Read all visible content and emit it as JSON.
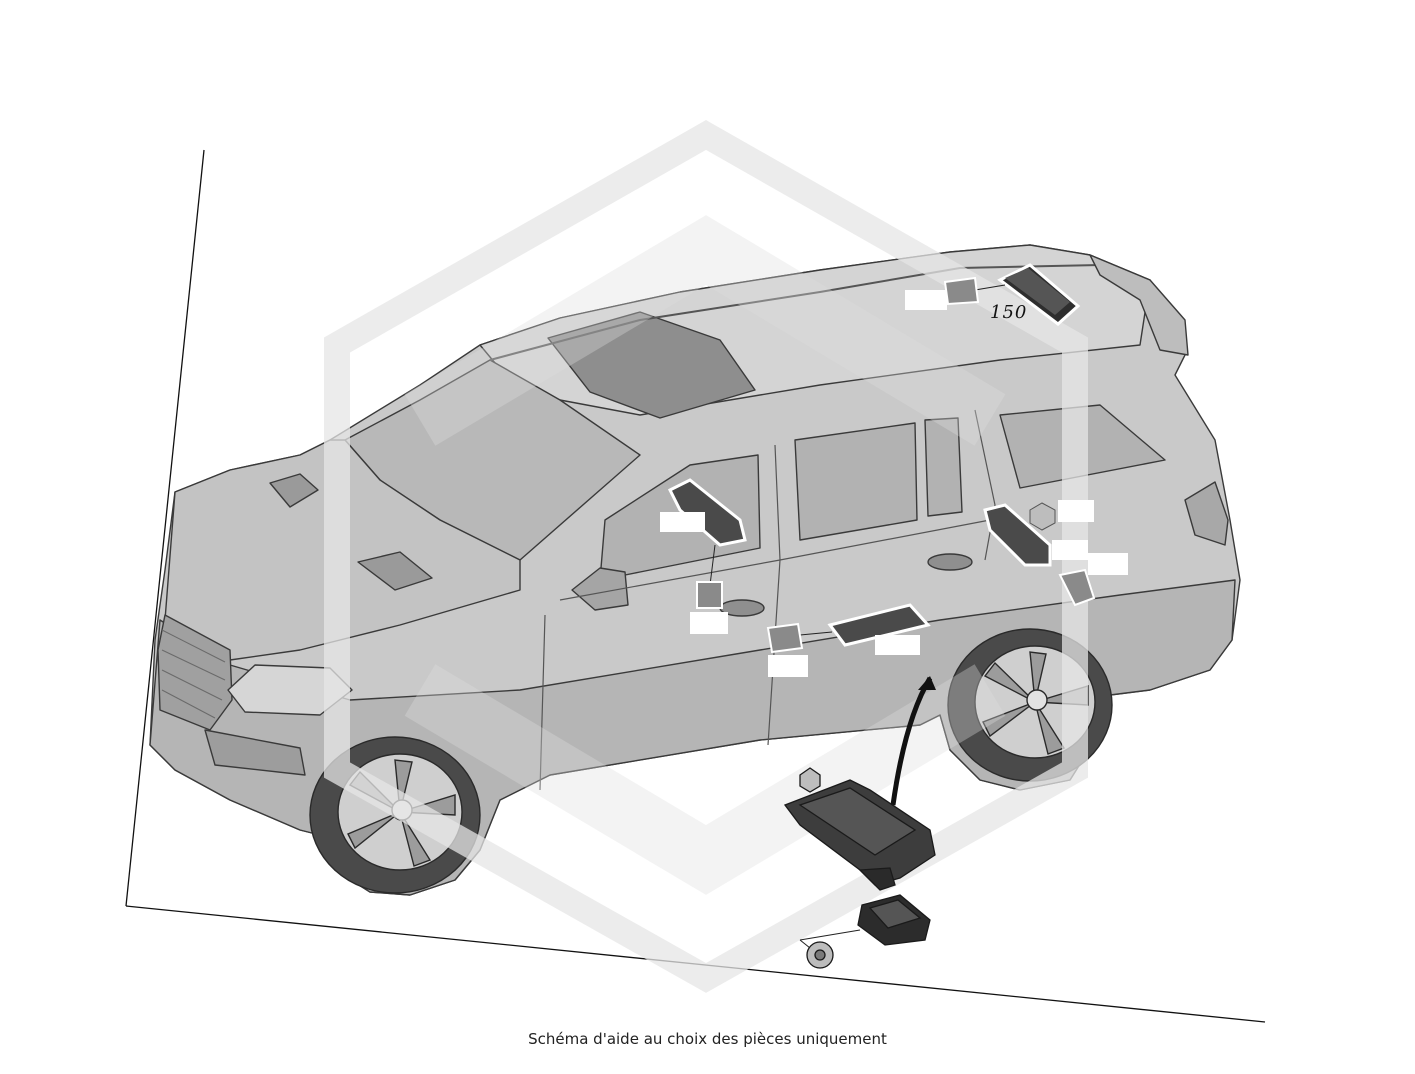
{
  "diagram": {
    "callouts": [
      {
        "id": "part-150",
        "label": "150"
      }
    ]
  },
  "caption": "Schéma d'aide au choix des pièces uniquement"
}
